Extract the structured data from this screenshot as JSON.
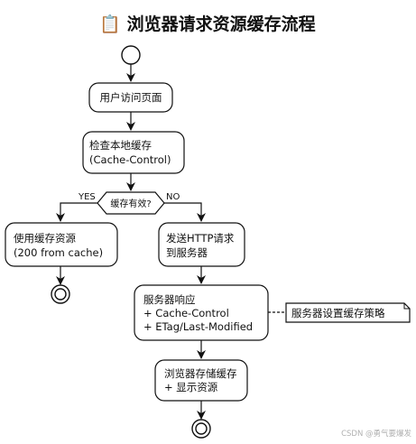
{
  "title": "📋 浏览器请求资源缓存流程",
  "nodes": {
    "user_visit": "用户访问页面",
    "check_cache_l1": "检查本地缓存",
    "check_cache_l2": "(Cache-Control)",
    "decision": "缓存有效?",
    "yes_label": "YES",
    "no_label": "NO",
    "use_cache_l1": "使用缓存资源",
    "use_cache_l2": "(200 from cache)",
    "send_http_l1": "发送HTTP请求",
    "send_http_l2": "到服务器",
    "server_resp_l1": "服务器响应",
    "server_resp_l2": "+ Cache-Control",
    "server_resp_l3": "+ ETag/Last-Modified",
    "note": "服务器设置缓存策略",
    "store_l1": "浏览器存储缓存",
    "store_l2": "+ 显示资源"
  },
  "watermark": "CSDN @勇气要爆发"
}
